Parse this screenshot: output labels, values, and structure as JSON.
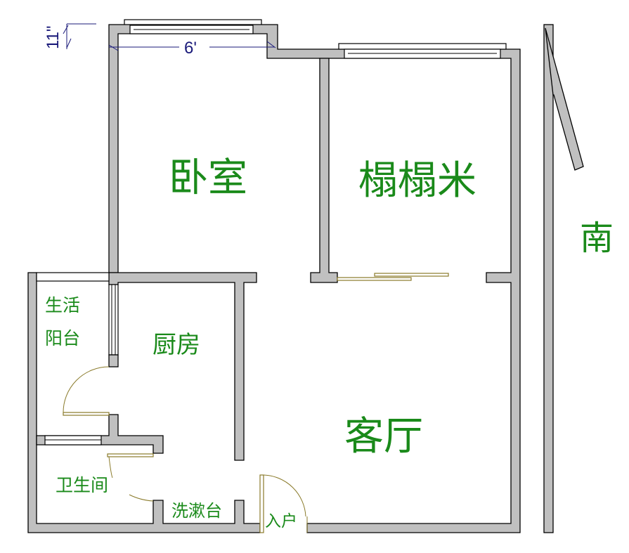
{
  "rooms": {
    "bedroom": "卧室",
    "tatami": "榻榻米",
    "living_room": "客厅",
    "kitchen": "厨房",
    "balcony_line1": "生活",
    "balcony_line2": "阳台",
    "bathroom": "卫生间",
    "washbasin": "洗漱台",
    "entrance": "入户"
  },
  "compass": {
    "label": "南"
  },
  "dimensions": {
    "width": "6'",
    "depth": "11\""
  },
  "colors": {
    "wall": "#c0c0c0",
    "label": "#1a8a1a",
    "dimension": "#1a1a7a",
    "door": "#8a7a2a"
  }
}
